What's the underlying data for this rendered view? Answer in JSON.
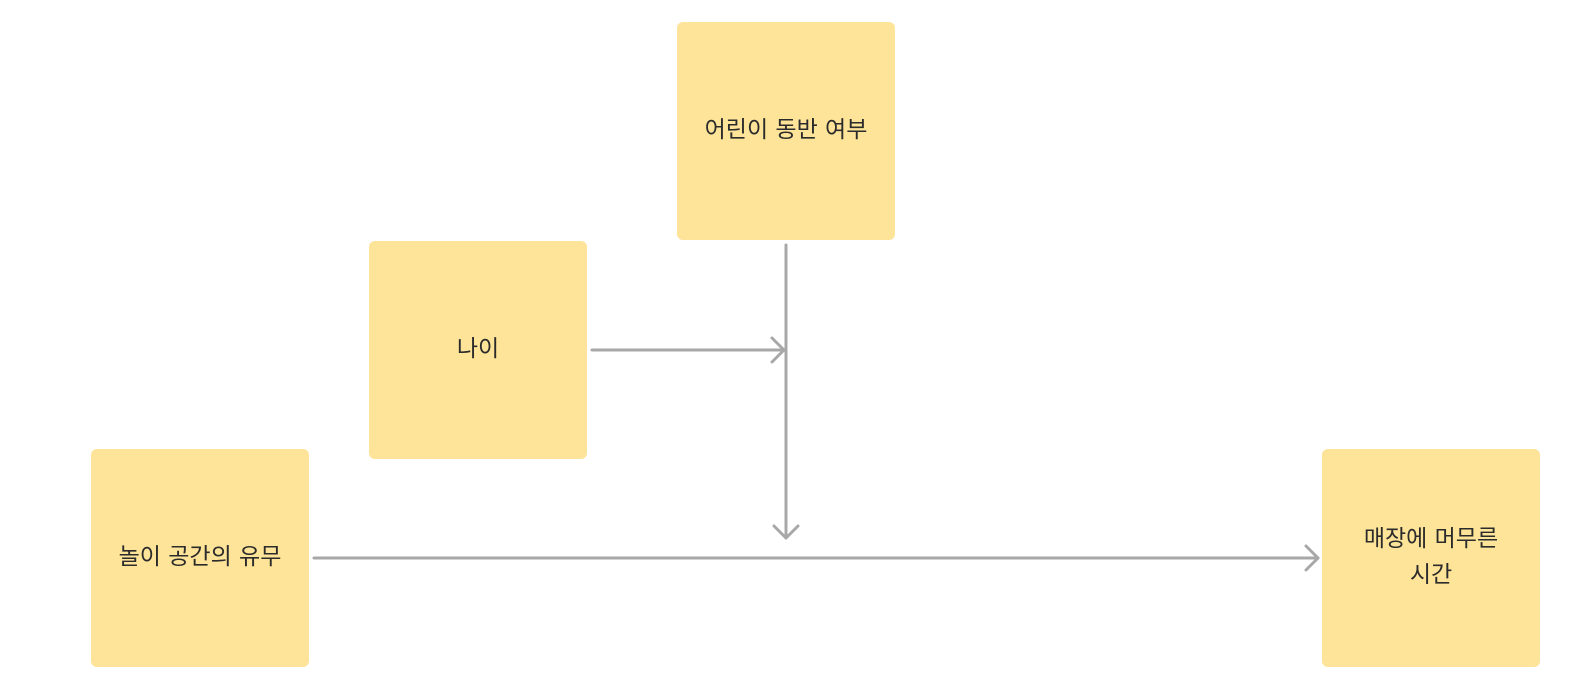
{
  "colors": {
    "note_fill": "#FEE498",
    "connector": "#A8A8A8"
  },
  "nodes": {
    "child_accompany": {
      "label": "어린이 동반 여부"
    },
    "age": {
      "label": "나이"
    },
    "play_space": {
      "label": "놀이 공간의 유무"
    },
    "stay_time": {
      "label": "매장에 머무른 시간"
    }
  },
  "edges": [
    {
      "from": "age",
      "to": "child_accompany_edge"
    },
    {
      "from": "child_accompany",
      "to": "play_space_edge"
    },
    {
      "from": "play_space",
      "to": "stay_time"
    }
  ]
}
